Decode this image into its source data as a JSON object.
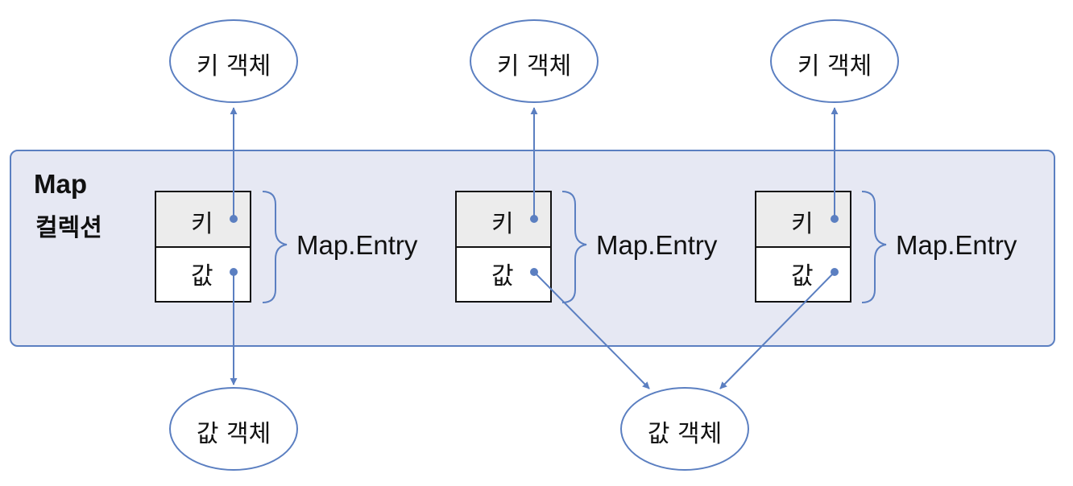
{
  "map": {
    "title": "Map",
    "subtitle": "컬렉션"
  },
  "entries": [
    {
      "key_label": "키",
      "value_label": "값",
      "entry_label": "Map.Entry"
    },
    {
      "key_label": "키",
      "value_label": "값",
      "entry_label": "Map.Entry"
    },
    {
      "key_label": "키",
      "value_label": "값",
      "entry_label": "Map.Entry"
    }
  ],
  "key_objects": [
    {
      "label": "키 객체"
    },
    {
      "label": "키 객체"
    },
    {
      "label": "키 객체"
    }
  ],
  "value_objects": [
    {
      "label": "값 객체"
    },
    {
      "label": "값 객체"
    }
  ],
  "colors": {
    "accent": "#5b7fc1",
    "panel_fill": "#e6e8f3",
    "key_cell_fill": "#ececec"
  }
}
